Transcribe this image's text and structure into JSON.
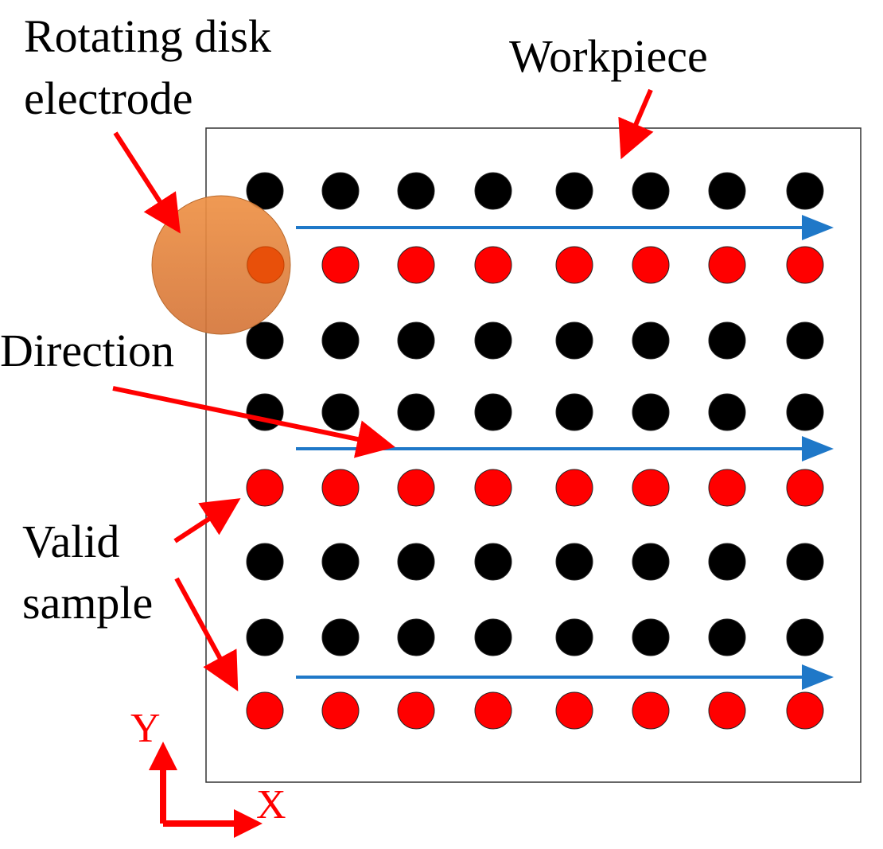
{
  "labels": {
    "electrode_line1": "Rotating disk",
    "electrode_line2": "electrode",
    "workpiece": "Workpiece",
    "direction": "Direction",
    "valid_line1": "Valid",
    "valid_line2": "sample",
    "axis_y": "Y",
    "axis_x": "X"
  },
  "grid": {
    "columns": 8,
    "rows": [
      "black",
      "red",
      "black",
      "black",
      "red",
      "black",
      "black",
      "red"
    ]
  },
  "colors": {
    "sample_black": "#000000",
    "sample_red": "#ff0000",
    "pointer_arrow": "#ff0000",
    "direction_arrow": "#1f78c8",
    "electrode_fill": "#e5823a",
    "electrode_center": "#e8500a",
    "workpiece_border": "#333333",
    "axis": "#ff0000"
  }
}
